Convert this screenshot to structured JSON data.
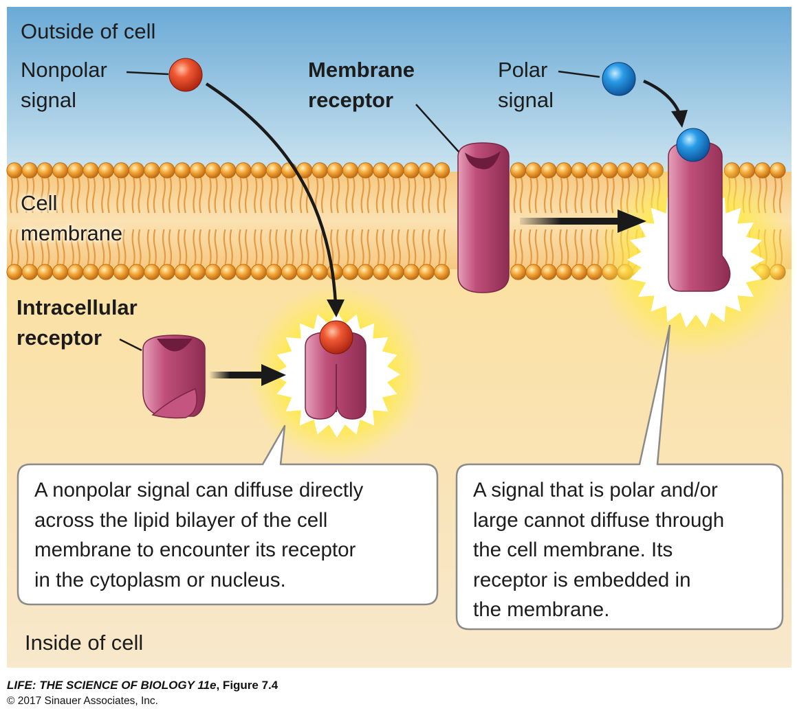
{
  "labels": {
    "outside": "Outside of cell",
    "inside": "Inside of cell",
    "nonpolar_1": "Nonpolar",
    "nonpolar_2": "signal",
    "polar_1": "Polar",
    "polar_2": "signal",
    "membrane_receptor_1": "Membrane",
    "membrane_receptor_2": "receptor",
    "cell_membrane_1": "Cell",
    "cell_membrane_2": "membrane",
    "intracellular_1": "Intracellular",
    "intracellular_2": "receptor"
  },
  "callouts": {
    "left": [
      "A nonpolar signal can diffuse directly",
      "across the lipid bilayer of the cell",
      "membrane to encounter its receptor",
      "in the cytoplasm or nucleus."
    ],
    "right": [
      "A signal that is polar and/or",
      "large cannot diffuse through",
      "the cell membrane. Its",
      "receptor is embedded in",
      "the membrane."
    ]
  },
  "credit": {
    "book": "LIFE: THE SCIENCE OF BIOLOGY 11e",
    "figure": ", Figure 7.4",
    "copyright": "© 2017 Sinauer Associates, Inc."
  },
  "colors": {
    "outside_top": "#72b0d8",
    "outside_bottom": "#c9e3ef",
    "inside_top": "#fbe2a6",
    "inside_bottom": "#f8e7c8",
    "lipid_head": "#f0a030",
    "lipid_tail": "#e89a3c",
    "receptor": "#b64670",
    "nonpolar_signal": "#e8472a",
    "polar_signal": "#1c8ee0",
    "glow": "#ffe83a"
  }
}
